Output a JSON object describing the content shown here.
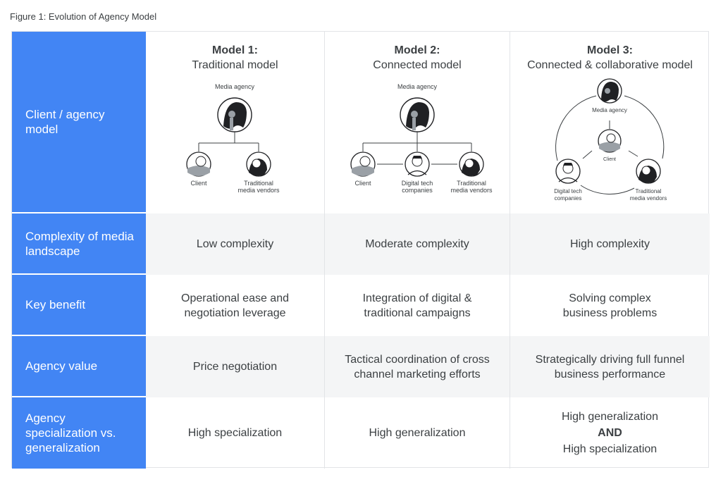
{
  "caption": "Figure 1: Evolution of Agency Model",
  "rows": {
    "r1": "Client / agency model",
    "r2": "Complexity of media landscape",
    "r3": "Key benefit",
    "r4": "Agency value",
    "r5": "Agency specialization vs. generalization"
  },
  "models": [
    {
      "number": "Model 1:",
      "name": "Traditional model",
      "diagram": {
        "agency": "Media agency",
        "client": "Client",
        "vendors": [
          "Traditional",
          "media vendors"
        ]
      },
      "complexity": "Low complexity",
      "benefit": [
        "Operational ease and",
        "negotiation leverage"
      ],
      "value": "Price negotiation",
      "specialization": "High specialization"
    },
    {
      "number": "Model 2:",
      "name": "Connected  model",
      "diagram": {
        "agency": "Media agency",
        "client": "Client",
        "digital": [
          "Digital tech",
          "companies"
        ],
        "vendors": [
          "Traditional",
          "media vendors"
        ]
      },
      "complexity": "Moderate complexity",
      "benefit": [
        "Integration of digital &",
        "traditional campaigns"
      ],
      "value": [
        "Tactical coordination of cross",
        "channel marketing efforts"
      ],
      "specialization": "High generalization"
    },
    {
      "number": "Model 3:",
      "name": "Connected & collaborative model",
      "diagram": {
        "agency": "Media agency",
        "client": "Client",
        "digital": [
          "Digital tech",
          "companies"
        ],
        "vendors": [
          "Traditional",
          "media vendors"
        ]
      },
      "complexity": "High complexity",
      "benefit": [
        "Solving complex",
        "business problems"
      ],
      "value": [
        "Strategically driving full funnel",
        "business performance"
      ],
      "specialization": [
        "High generalization",
        "AND",
        "High specialization"
      ]
    }
  ],
  "colors": {
    "accent": "#4285f4",
    "alt_row": "#f4f5f6",
    "text": "#3c4043"
  },
  "icons": [
    "media-agency-avatar-icon",
    "client-avatar-icon",
    "digital-tech-avatar-icon",
    "media-vendor-avatar-icon"
  ]
}
